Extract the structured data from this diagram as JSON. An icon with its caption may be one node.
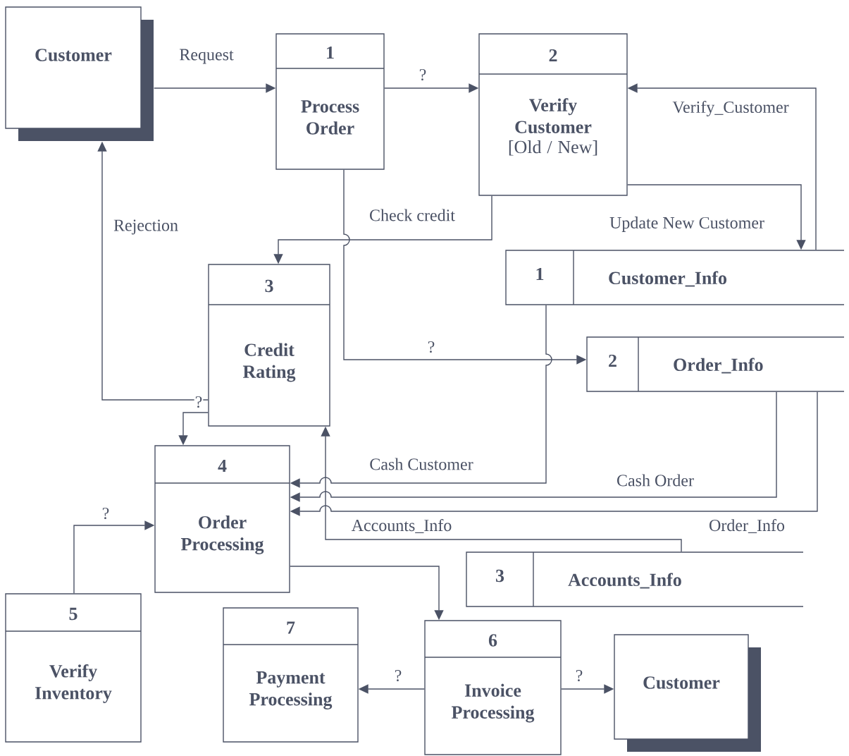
{
  "diagram": {
    "nodes": [
      {
        "text": [
          "Customer"
        ]
      },
      {
        "text": [
          "1",
          "Process Order"
        ]
      },
      {
        "text": [
          "2",
          "Verify Customer",
          "[Old / New]"
        ]
      },
      {
        "text": [
          "1",
          "Customer_Info"
        ]
      },
      {
        "text": [
          "3",
          "Credit Rating"
        ]
      },
      {
        "text": [
          "2",
          "Order_Info"
        ]
      },
      {
        "text": [
          "4",
          "Order Processing"
        ]
      },
      {
        "text": [
          "3",
          "Accounts_Info"
        ]
      },
      {
        "text": [
          "5",
          "Verify Inventory"
        ]
      },
      {
        "text": [
          "7",
          "Payment Processing"
        ]
      },
      {
        "text": [
          "6",
          "Invoice Processing"
        ]
      },
      {
        "text": [
          "Customer"
        ]
      }
    ],
    "edges": [
      {
        "from": 0,
        "to": 1,
        "arrow": "to",
        "label": "Request"
      },
      {
        "from": 1,
        "to": 2,
        "arrow": "to",
        "label": "?"
      },
      {
        "from": 3,
        "to": 2,
        "arrow": "to",
        "label": "Verify_Customer"
      },
      {
        "from": 2,
        "to": 3,
        "arrow": "to",
        "label": "Update New Customer"
      },
      {
        "from": 2,
        "to": 4,
        "arrow": "to",
        "label": "Check credit"
      },
      {
        "from": 1,
        "to": 5,
        "arrow": "to",
        "label": "?"
      },
      {
        "from": 4,
        "to": 0,
        "arrow": "to",
        "label": "Rejection"
      },
      {
        "from": 4,
        "to": 6,
        "arrow": "to",
        "label": "?"
      },
      {
        "from": 3,
        "to": 6,
        "arrow": "to",
        "label": "Cash Customer"
      },
      {
        "from": 5,
        "to": 6,
        "arrow": "to",
        "label": "Cash Order"
      },
      {
        "from": 5,
        "to": 6,
        "arrow": "to",
        "label": "Order_Info"
      },
      {
        "from": 7,
        "to": 4,
        "arrow": "to",
        "label": "Accounts_Info"
      },
      {
        "from": 8,
        "to": 6,
        "arrow": "to",
        "label": "?"
      },
      {
        "from": 6,
        "to": 10,
        "arrow": "to"
      },
      {
        "from": 10,
        "to": 9,
        "arrow": "to",
        "label": "?"
      },
      {
        "from": 10,
        "to": 11,
        "arrow": "to",
        "label": "?"
      }
    ]
  }
}
